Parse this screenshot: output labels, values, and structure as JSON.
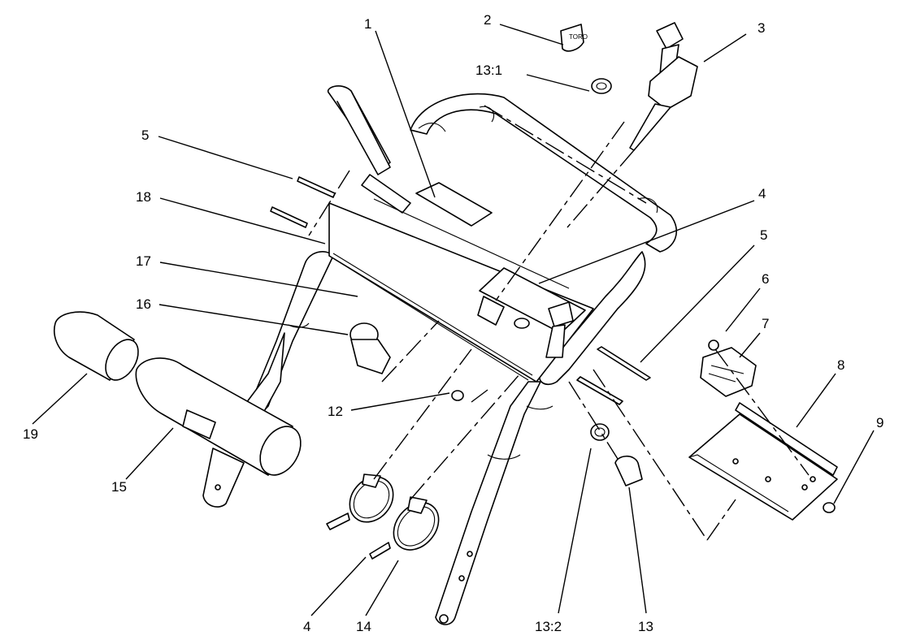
{
  "callouts": {
    "c1": "1",
    "c2": "2",
    "c3": "3",
    "c4a": "4",
    "c4b": "4",
    "c5a": "5",
    "c5b": "5",
    "c6": "6",
    "c7": "7",
    "c8": "8",
    "c9": "9",
    "c12": "12",
    "c13": "13",
    "c13_1": "13:1",
    "c13_2": "13:2",
    "c14": "14",
    "c15": "15",
    "c16": "16",
    "c17": "17",
    "c18": "18",
    "c19": "19"
  },
  "logo_text": "TORO"
}
